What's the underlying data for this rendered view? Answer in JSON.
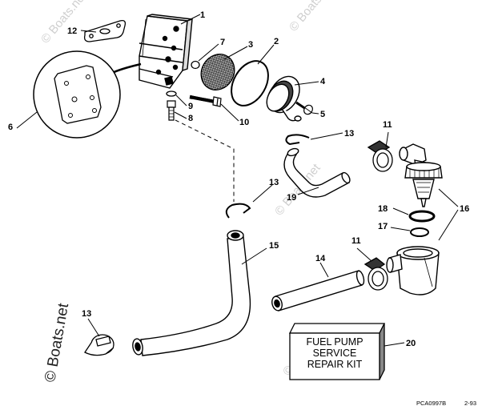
{
  "diagram": {
    "callouts": {
      "p1": "1",
      "p2": "2",
      "p3": "3",
      "p4": "4",
      "p5": "5",
      "p6": "6",
      "p7": "7",
      "p8": "8",
      "p9": "9",
      "p10": "10",
      "p11a": "11",
      "p11b": "11",
      "p12": "12",
      "p13a": "13",
      "p13b": "13",
      "p13c": "13",
      "p14": "14",
      "p15": "15",
      "p16": "16",
      "p17": "17",
      "p18": "18",
      "p19": "19",
      "p20": "20"
    },
    "kit_box": {
      "line1": "FUEL PUMP",
      "line2": "SERVICE",
      "line3": "REPAIR KIT"
    },
    "drawing_code": "PCA0997B",
    "date_code": "2-93"
  },
  "watermarks": {
    "main": "© Boats.net",
    "tl": "© Boats.net",
    "tr": "© Boats.net",
    "mid": "© Boats.net",
    "br": "© Boats.net"
  },
  "colors": {
    "ink": "#000000",
    "watermark": "#cfcfcf",
    "paper": "#ffffff"
  }
}
